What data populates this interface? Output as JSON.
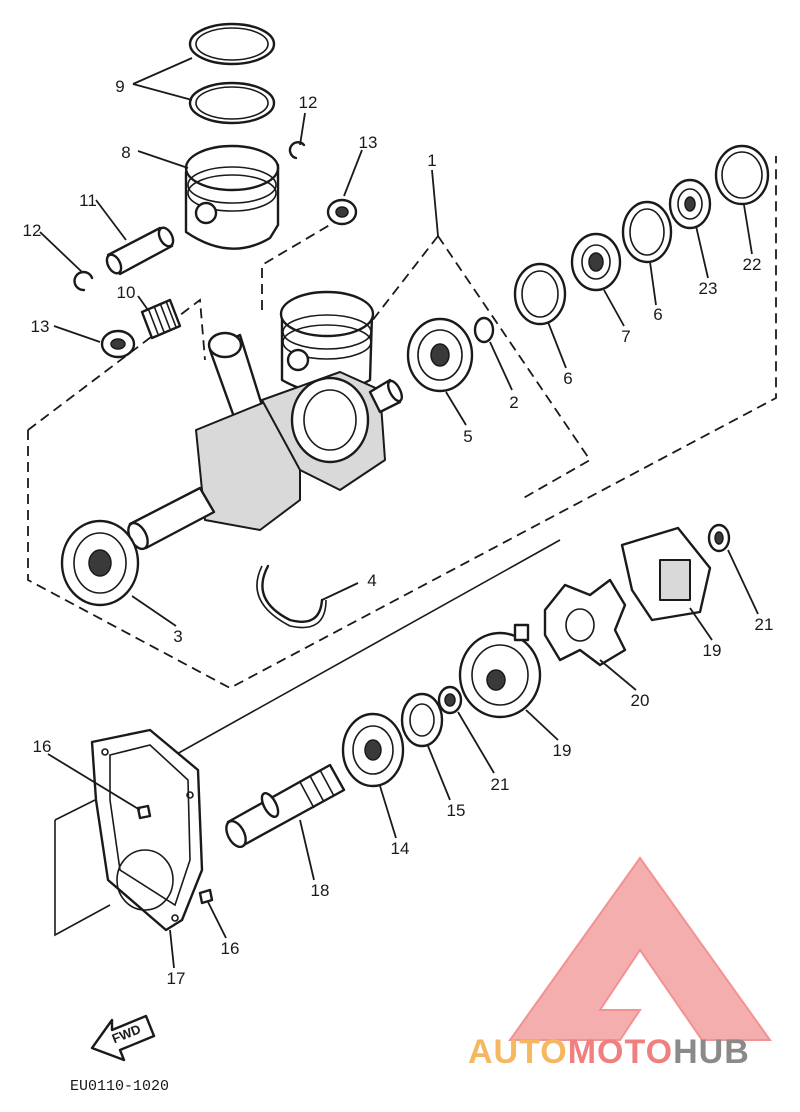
{
  "labels": {
    "p1": "1",
    "p2": "2",
    "p3": "3",
    "p4": "4",
    "p5": "5",
    "p6a": "6",
    "p6b": "6",
    "p7": "7",
    "p8": "8",
    "p9": "9",
    "p10": "10",
    "p11": "11",
    "p12a": "12",
    "p12b": "12",
    "p13a": "13",
    "p13b": "13",
    "p14": "14",
    "p15": "15",
    "p16a": "16",
    "p16b": "16",
    "p17": "17",
    "p18": "18",
    "p19a": "19",
    "p19b": "19",
    "p20": "20",
    "p21a": "21",
    "p21b": "21",
    "p22": "22",
    "p23": "23"
  },
  "fwd_label": "FWD",
  "diagram_code": "EU0110-1020",
  "watermark": {
    "part1": "AUTO",
    "part2": "MOTO",
    "part3": "HUB"
  },
  "colors": {
    "watermark_red": "#f08080",
    "watermark_orange": "#f5b860",
    "watermark_gray": "#8a8a8a"
  }
}
